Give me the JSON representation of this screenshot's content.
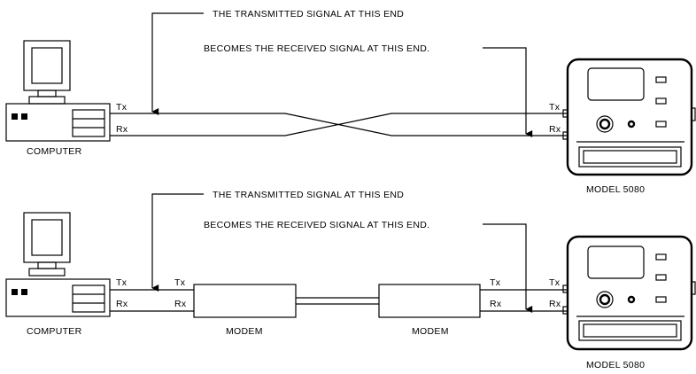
{
  "diagram_top": {
    "annotation_1": "THE TRANSMITTED SIGNAL AT THIS END",
    "annotation_2": "BECOMES THE RECEIVED SIGNAL AT THIS END.",
    "computer_label": "COMPUTER",
    "device_label": "MODEL 5080",
    "left_tx": "Tx",
    "left_rx": "Rx",
    "right_tx": "Tx",
    "right_rx": "Rx"
  },
  "diagram_bottom": {
    "annotation_1": "THE TRANSMITTED SIGNAL AT THIS END",
    "annotation_2": "BECOMES THE RECEIVED SIGNAL AT THIS END.",
    "computer_label": "COMPUTER",
    "device_label": "MODEL 5080",
    "modem_left_label": "MODEM",
    "modem_right_label": "MODEM",
    "computer_tx": "Tx",
    "computer_rx": "Rx",
    "modem1_tx": "Tx",
    "modem1_rx": "Rx",
    "modem2_tx": "Tx",
    "modem2_rx": "Rx",
    "device_tx": "Tx",
    "device_rx": "Rx"
  }
}
